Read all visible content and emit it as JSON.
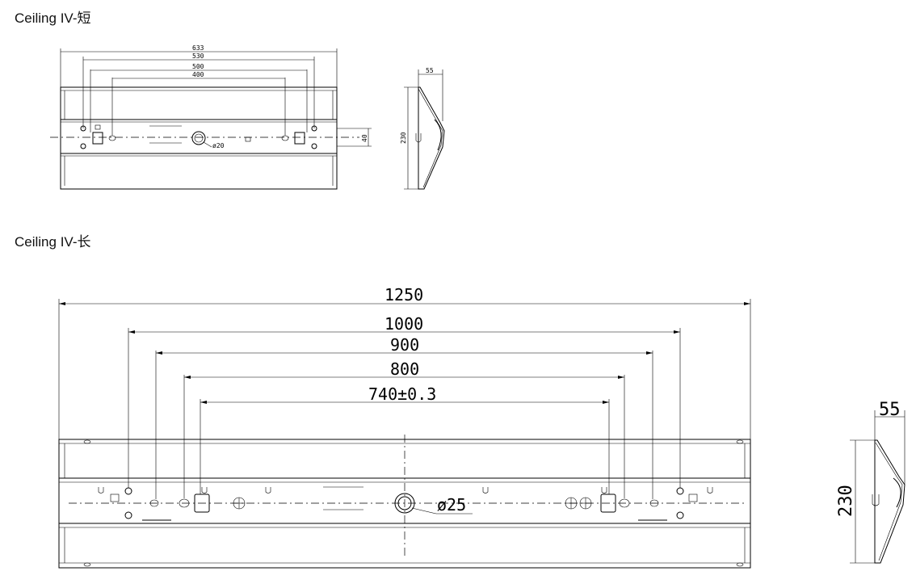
{
  "sections": {
    "short": {
      "title": "Ceiling IV-短",
      "dims": {
        "d633": "633",
        "d530": "530",
        "d500": "500",
        "d400": "400",
        "d40": "40",
        "dia": "ø20",
        "side_width": "55",
        "side_height": "230"
      }
    },
    "long": {
      "title": "Ceiling IV-长",
      "dims": {
        "d1250": "1250",
        "d1000": "1000",
        "d900": "900",
        "d800": "800",
        "d740": "740±0.3",
        "dia": "ø25",
        "side_width": "55",
        "side_height": "230"
      }
    }
  }
}
